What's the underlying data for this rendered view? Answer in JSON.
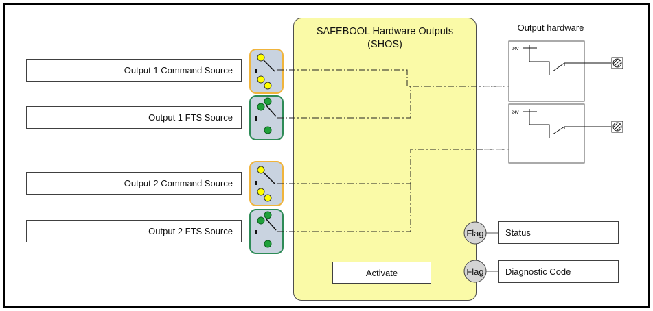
{
  "block": {
    "title_line1": "SAFEBOOL Hardware Outputs",
    "title_line2": "(SHOS)",
    "activate_label": "Activate"
  },
  "inputs": [
    {
      "label": "Output 1 Command Source",
      "selector": "yellow"
    },
    {
      "label": "Output 1 FTS Source",
      "selector": "green"
    },
    {
      "label": "Output 2 Command Source",
      "selector": "yellow"
    },
    {
      "label": "Output 2 FTS Source",
      "selector": "green"
    }
  ],
  "outputs": [
    {
      "flag_label": "Flag",
      "label": "Status"
    },
    {
      "flag_label": "Flag",
      "label": "Diagnostic Code"
    }
  ],
  "hardware": {
    "title": "Output hardware",
    "relays": [
      {
        "voltage_label": "24V"
      },
      {
        "voltage_label": "24V"
      }
    ]
  },
  "colors": {
    "block_fill": "#fafaa7",
    "yellow_selector_border": "#f0b43c",
    "green_selector_border": "#2e8b57",
    "selector_fill": "#c9d3e0",
    "yellow_dot": "#ffff00",
    "green_dot": "#1fa13a",
    "flag_fill": "#d4d4d4"
  }
}
